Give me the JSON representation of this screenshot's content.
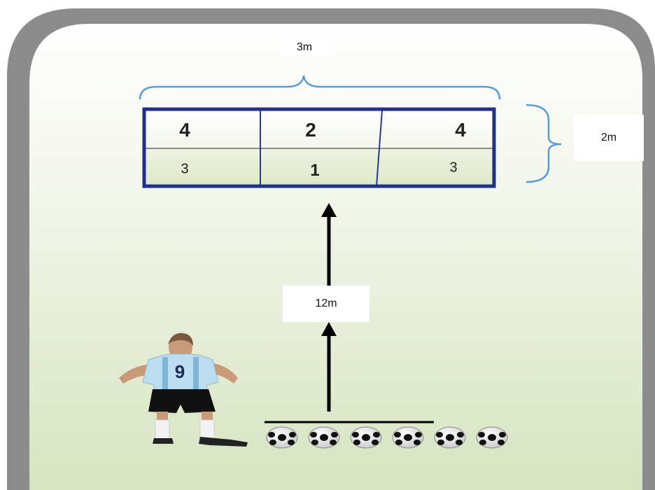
{
  "target": {
    "width_label": "3m",
    "height_label": "2m",
    "top_row": [
      "4",
      "2",
      "4"
    ],
    "bottom_row": [
      "3",
      "1",
      "3"
    ]
  },
  "distance_label": "12m",
  "player": {
    "jersey_number": "9"
  },
  "balls_count": 6,
  "colors": {
    "panel_top": "#ffffff",
    "panel_bottom": "#d9e6c4",
    "target_border": "#1f2f8a",
    "brace": "#5b9bd5",
    "arrow": "#000000"
  }
}
